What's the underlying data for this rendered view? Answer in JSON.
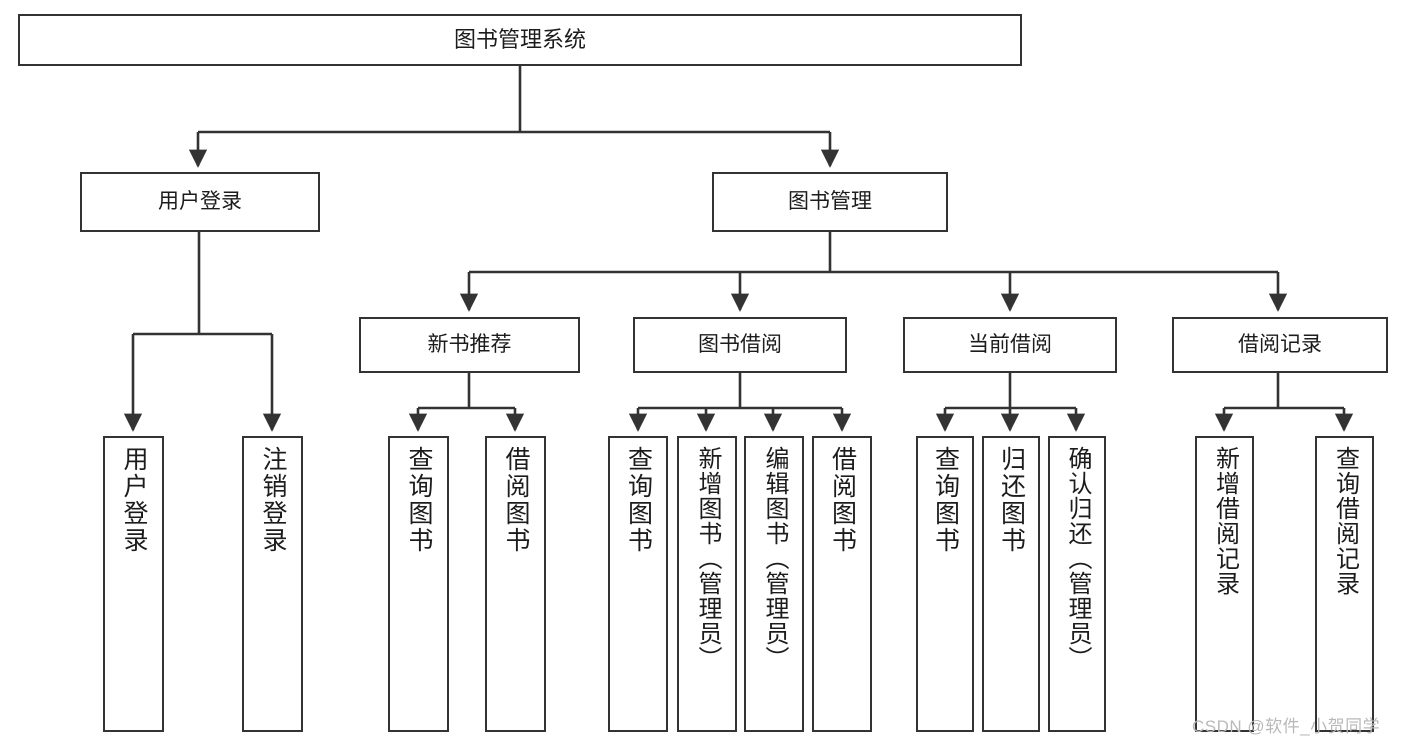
{
  "diagram": {
    "type": "tree",
    "title": "图书管理系统",
    "orientation": "top-down",
    "colors": {
      "box_border": "#333333",
      "box_fill": "#ffffff",
      "connector": "#333333",
      "text": "#1c1c1c",
      "watermark": "#b9b9b9",
      "background": "#ffffff"
    },
    "root": {
      "id": "root",
      "label": "图书管理系统"
    },
    "level2": [
      {
        "id": "user-login",
        "label": "用户登录"
      },
      {
        "id": "book-management",
        "label": "图书管理"
      }
    ],
    "level3": [
      {
        "id": "new-book-recommend",
        "label": "新书推荐",
        "parent": "book-management"
      },
      {
        "id": "book-borrow",
        "label": "图书借阅",
        "parent": "book-management"
      },
      {
        "id": "current-borrow",
        "label": "当前借阅",
        "parent": "book-management"
      },
      {
        "id": "borrow-record",
        "label": "借阅记录",
        "parent": "book-management"
      }
    ],
    "leaves": [
      {
        "id": "leaf-user-login",
        "label": "用户登录",
        "parent": "user-login"
      },
      {
        "id": "leaf-logout",
        "label": "注销登录",
        "parent": "user-login"
      },
      {
        "id": "leaf-query-book-rec",
        "label": "查询图书",
        "parent": "new-book-recommend"
      },
      {
        "id": "leaf-borrow-book-rec",
        "label": "借阅图书",
        "parent": "new-book-recommend"
      },
      {
        "id": "leaf-query-book-borrow",
        "label": "查询图书",
        "parent": "book-borrow"
      },
      {
        "id": "leaf-add-book",
        "label": "新增图书（管理员）",
        "parent": "book-borrow"
      },
      {
        "id": "leaf-edit-book",
        "label": "编辑图书（管理员）",
        "parent": "book-borrow"
      },
      {
        "id": "leaf-borrow-book",
        "label": "借阅图书",
        "parent": "book-borrow"
      },
      {
        "id": "leaf-query-book-cur",
        "label": "查询图书",
        "parent": "current-borrow"
      },
      {
        "id": "leaf-return-book",
        "label": "归还图书",
        "parent": "current-borrow"
      },
      {
        "id": "leaf-confirm-return",
        "label": "确认归还（管理员）",
        "parent": "current-borrow"
      },
      {
        "id": "leaf-add-record",
        "label": "新增借阅记录",
        "parent": "borrow-record"
      },
      {
        "id": "leaf-query-record",
        "label": "查询借阅记录",
        "parent": "borrow-record"
      }
    ]
  },
  "watermark": {
    "text": "CSDN @软件_小贺同学"
  }
}
